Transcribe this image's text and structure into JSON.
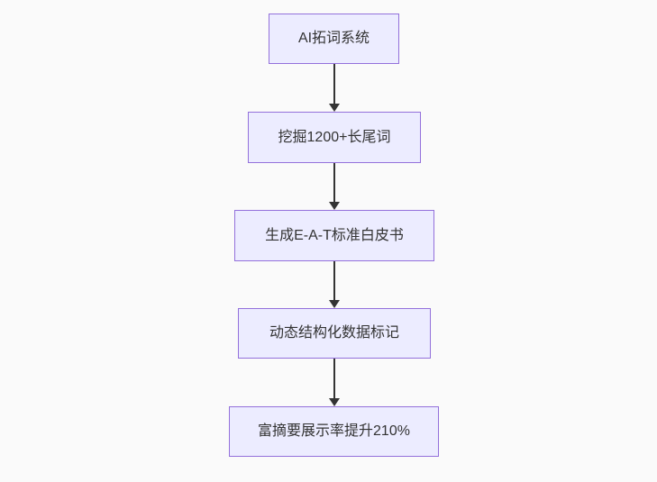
{
  "diagram": {
    "type": "flowchart",
    "direction": "top-down",
    "nodes": [
      {
        "id": "n1",
        "label": "AI拓词系统"
      },
      {
        "id": "n2",
        "label": "挖掘1200+长尾词"
      },
      {
        "id": "n3",
        "label": "生成E-A-T标准白皮书"
      },
      {
        "id": "n4",
        "label": "动态结构化数据标记"
      },
      {
        "id": "n5",
        "label": "富摘要展示率提升210%"
      }
    ],
    "edges": [
      {
        "from": "n1",
        "to": "n2"
      },
      {
        "from": "n2",
        "to": "n3"
      },
      {
        "from": "n3",
        "to": "n4"
      },
      {
        "from": "n4",
        "to": "n5"
      }
    ]
  },
  "colors": {
    "canvas-bg": "#fafafa",
    "node-fill": "#ececff",
    "node-border": "#9370db",
    "node-text": "#333333",
    "arrow": "#333333"
  }
}
